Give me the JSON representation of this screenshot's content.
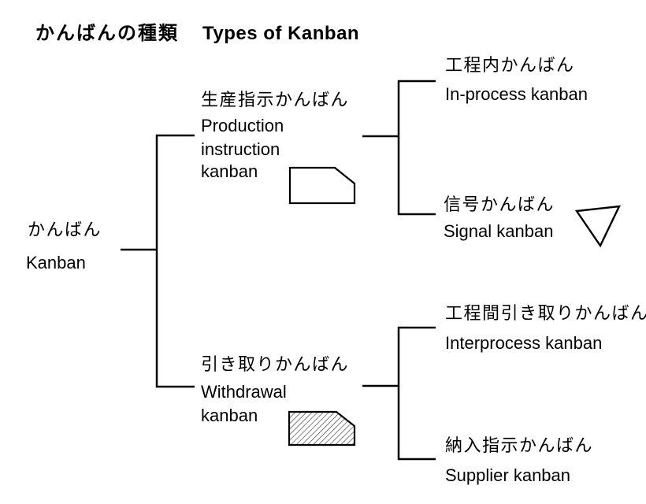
{
  "title": {
    "ja": "かんばんの種類",
    "en": "Types of Kanban"
  },
  "tree": {
    "root": {
      "ja": "かんばん",
      "en": "Kanban"
    },
    "branches": [
      {
        "ja": "生産指示かんばん",
        "en_lines": [
          "Production",
          "instruction",
          "kanban"
        ],
        "shape": "plain-tag-card",
        "children": [
          {
            "ja": "工程内かんばん",
            "en": "In-process kanban"
          },
          {
            "ja": "信号かんばん",
            "en": "Signal kanban",
            "shape": "inverted-triangle"
          }
        ]
      },
      {
        "ja": "引き取りかんばん",
        "en_lines": [
          "Withdrawal",
          "kanban"
        ],
        "shape": "hatched-tag-card",
        "children": [
          {
            "ja": "工程間引き取りかんばん",
            "en": "Interprocess kanban"
          },
          {
            "ja": "納入指示かんばん",
            "en": "Supplier kanban"
          }
        ]
      }
    ]
  },
  "colors": {
    "ink": "#000000",
    "background": "#ffffff"
  }
}
